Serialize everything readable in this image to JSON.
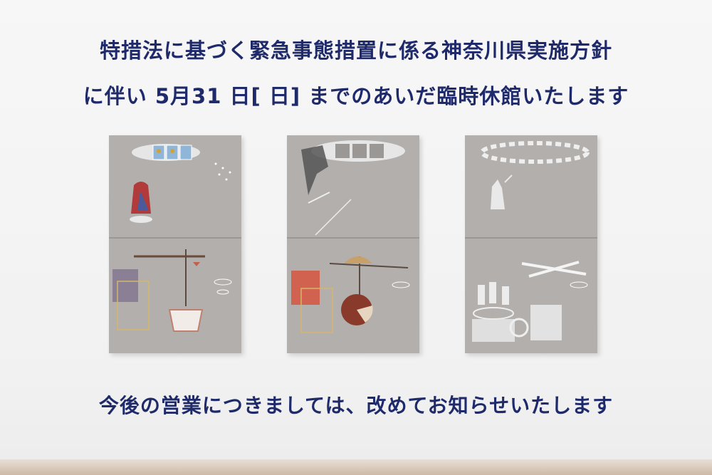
{
  "notice": {
    "line1": "特措法に基づく緊急事態措置に係る神奈川県実施方針",
    "line2": "に伴い 5月31 日[ 日] までのあいだ臨時休館いたします",
    "line3": "今後の営業につきましては、改めてお知らせいたします"
  },
  "colors": {
    "text": "#1f2a6b",
    "wall": "#f4f4f4",
    "panel": "#b2afac"
  },
  "artworks": [
    {
      "id": "left"
    },
    {
      "id": "middle"
    },
    {
      "id": "right"
    }
  ]
}
